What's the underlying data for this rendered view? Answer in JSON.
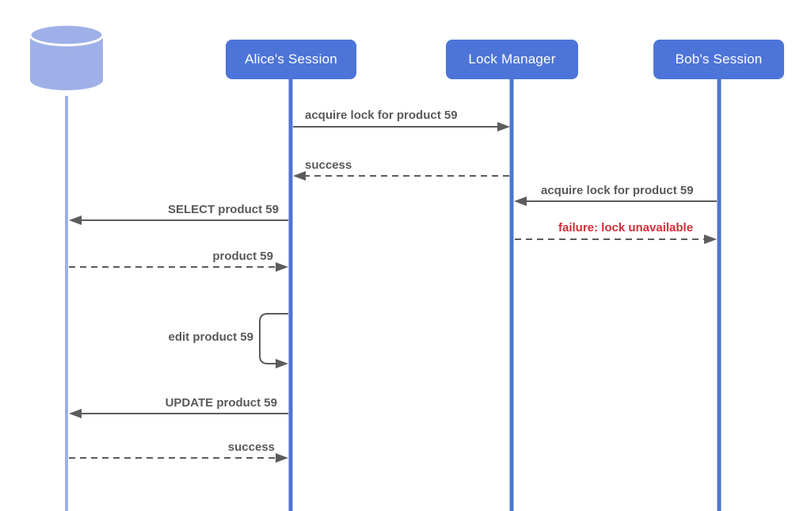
{
  "diagram_type": "sequence-diagram",
  "actors": [
    {
      "id": "database",
      "type": "database",
      "label": ""
    },
    {
      "id": "alice-session",
      "type": "participant",
      "label": "Alice's Session"
    },
    {
      "id": "lock-manager",
      "type": "participant",
      "label": "Lock Manager"
    },
    {
      "id": "bob-session",
      "type": "participant",
      "label": "Bob's Session"
    }
  ],
  "messages": [
    {
      "label": "acquire lock for product 59",
      "from": "alice-session",
      "to": "lock-manager",
      "line": "solid",
      "color": "gray"
    },
    {
      "label": "success",
      "from": "lock-manager",
      "to": "alice-session",
      "line": "dashed",
      "color": "gray"
    },
    {
      "label": "acquire lock for product 59",
      "from": "bob-session",
      "to": "lock-manager",
      "line": "solid",
      "color": "gray"
    },
    {
      "label": "SELECT product 59",
      "from": "alice-session",
      "to": "database",
      "line": "solid",
      "color": "gray"
    },
    {
      "label": "failure: lock unavailable",
      "from": "lock-manager",
      "to": "bob-session",
      "line": "dashed",
      "color": "red"
    },
    {
      "label": "product 59",
      "from": "database",
      "to": "alice-session",
      "line": "dashed",
      "color": "gray"
    },
    {
      "label": "edit product 59",
      "from": "alice-session",
      "to": "alice-session",
      "line": "self-loop",
      "color": "gray"
    },
    {
      "label": "UPDATE product 59",
      "from": "alice-session",
      "to": "database",
      "line": "solid",
      "color": "gray"
    },
    {
      "label": "success",
      "from": "database",
      "to": "alice-session",
      "line": "dashed",
      "color": "gray"
    }
  ],
  "colors": {
    "actor_fill": "#4d74d8",
    "actor_text": "#ffffff",
    "database_fill": "#9fb0e8",
    "lifeline_dark": "#4d74d8",
    "lifeline_light": "#9fb0e8",
    "arrow": "#5c5c5c",
    "label_text": "#595959",
    "error_text": "#cf2f39",
    "background": "#ffffff"
  }
}
